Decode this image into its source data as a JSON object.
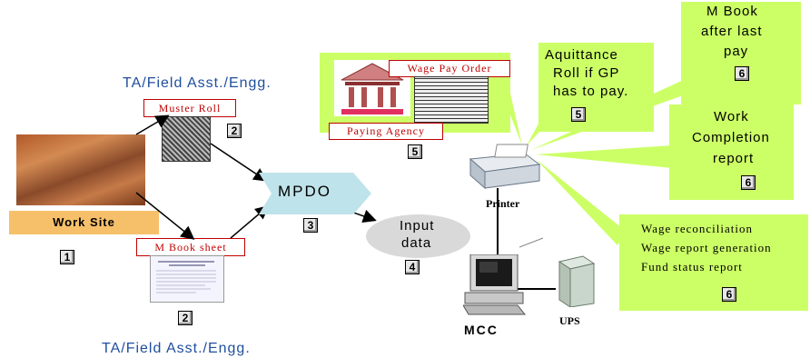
{
  "labels": {
    "ta_top": "TA/Field Asst./Engg.",
    "ta_bottom": "TA/Field Asst./Engg.",
    "muster_roll": "Muster Roll",
    "m_book_sheet": "M Book sheet",
    "work_site": "Work Site",
    "mpdo": "MPDO",
    "input_data_line1": "Input",
    "input_data_line2": "data",
    "wage_pay_order": "Wage Pay Order",
    "paying_agency": "Paying Agency",
    "acq_line1": "Aquittance",
    "acq_line2": "Roll if GP",
    "acq_line3": "has to pay.",
    "mbook_line1": "M Book",
    "mbook_line2": "after last",
    "mbook_line3": "pay",
    "work_line1": "Work",
    "work_line2": "Completion",
    "work_line3": "report",
    "reports_line1": "Wage reconciliation",
    "reports_line2": "Wage report generation",
    "reports_line3": "Fund status report",
    "printer": "Printer",
    "mcc": "MCC",
    "ups": "UPS"
  },
  "step_numbers": {
    "work_site": "1",
    "muster_roll": "2",
    "m_book_sheet": "2",
    "mpdo": "3",
    "input_data": "4",
    "paying_agency": "5",
    "acquittance": "5",
    "m_book_after": "6",
    "work_completion": "6",
    "reports": "6"
  },
  "colors": {
    "label_blue": "#1f4e9e",
    "red_label": "#c00000",
    "callout_green": "#ccff66",
    "work_site_orange": "#f6c06a",
    "mpdo_arrow": "#bfe3ea"
  }
}
